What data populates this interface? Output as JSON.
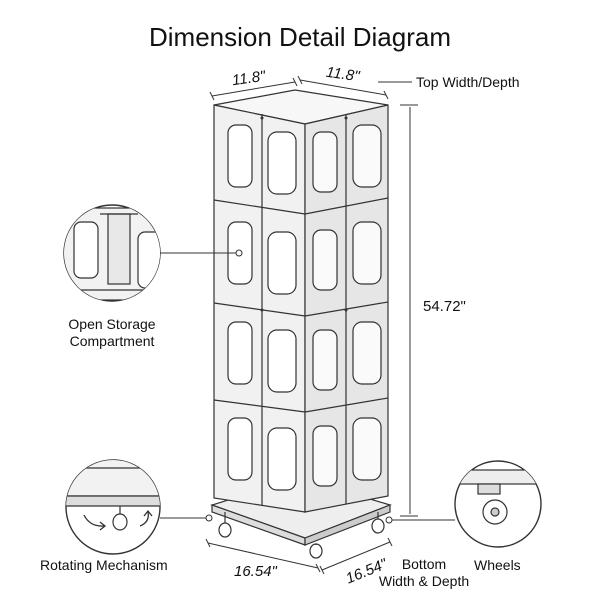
{
  "title": "Dimension Detail Diagram",
  "dimensions": {
    "top_width": "11.8\"",
    "top_depth": "11.8\"",
    "top_label": "Top Width/Depth",
    "height": "54.72\"",
    "bottom_width": "16.54\"",
    "bottom_depth": "16.54\"",
    "bottom_label_line1": "Bottom",
    "bottom_label_line2": "Width & Depth"
  },
  "callouts": {
    "storage_line1": "Open Storage",
    "storage_line2": "Compartment",
    "rotating": "Rotating Mechanism",
    "wheels": "Wheels"
  },
  "colors": {
    "outline": "#333333",
    "panel_front": "#f4f4f4",
    "panel_side": "#e4e4e4",
    "shadow": "#c8c8c8"
  }
}
